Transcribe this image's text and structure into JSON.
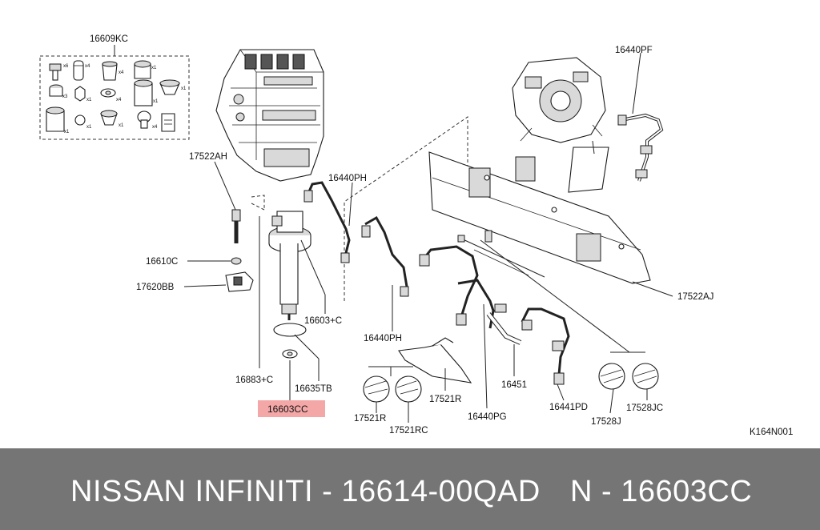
{
  "labels": {
    "kit": "16609KC",
    "pf": "16440PF",
    "ah": "17522AH",
    "ph_top": "16440PH",
    "c16610": "16610C",
    "bb": "17620BB",
    "c16603": "16603+C",
    "aj": "17522AJ",
    "ph_bottom": "16440PH",
    "c16883": "16883+C",
    "tb": "16635TB",
    "cc": "16603CC",
    "r17521": "17521R",
    "n16451": "16451",
    "pd": "16441PD",
    "pg": "16440PG",
    "r17521b": "17521R",
    "rc": "17521RC",
    "j": "17528J",
    "jc": "17528JC",
    "code": "K164N001"
  },
  "kit_qty": {
    "a": "x6",
    "b": "x4",
    "c": "x4",
    "d": "x1",
    "e": "x3",
    "f": "x1",
    "g": "x4",
    "h": "x1",
    "i": "x1",
    "j": "x1",
    "k": "x1",
    "l": "x1",
    "m": "x4"
  },
  "footer": {
    "left": "NISSAN INFINITI - 16614-00QAD",
    "right": "N - 16603CC"
  },
  "colors": {
    "highlight": "#f4a7a7",
    "footer_bg": "#757575",
    "footer_text": "#ffffff"
  }
}
